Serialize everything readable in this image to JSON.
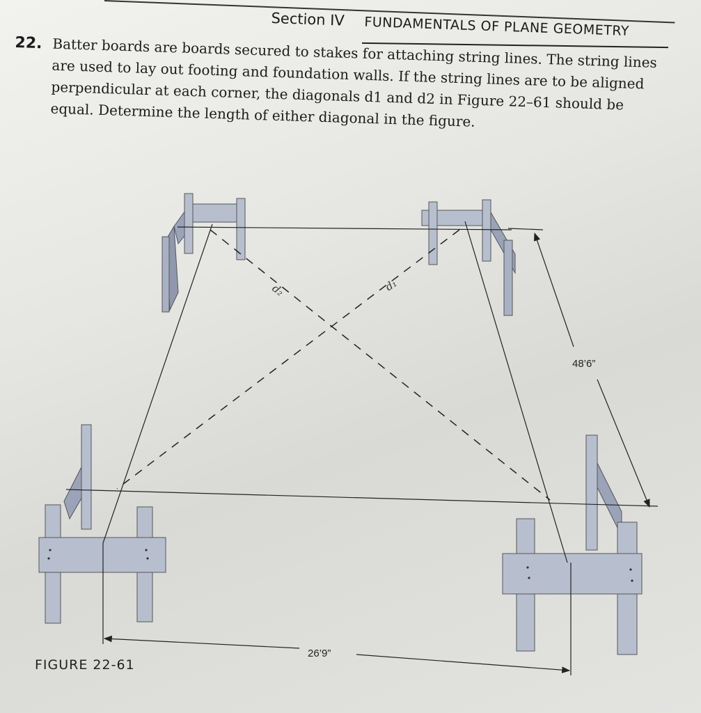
{
  "header": {
    "section": "Section IV",
    "topic": "FUNDAMENTALS OF PLANE GEOMETRY"
  },
  "problem": {
    "number": "22.",
    "text": "Batter boards are boards secured to stakes for attaching string lines. The string lines are used to lay out footing and foundation walls. If the string lines are to be aligned perpendicular at each corner, the diagonals d1 and d2 in Figure 22–61 should be equal. Determine the length of either diagonal in the figure."
  },
  "figure": {
    "label": "FIGURE 22-61",
    "dimensions": {
      "width": "26’9”",
      "length": "48’6”"
    },
    "diagonals": {
      "d1": "d₁",
      "d2": "d₂"
    }
  },
  "colors": {
    "board": "#b7bfcf",
    "board_shade": "#8f98ad",
    "ink": "#222222"
  }
}
